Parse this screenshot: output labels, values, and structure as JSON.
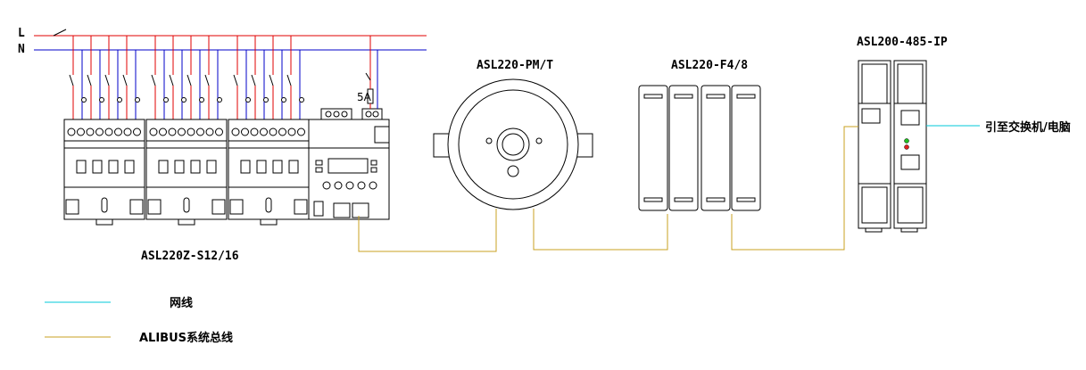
{
  "lines": {
    "live": "L",
    "neutral": "N",
    "fuse": "5A"
  },
  "devices": {
    "switch_actuator": "ASL220Z-S12/16",
    "sensor": "ASL220-PM/T",
    "panel": "ASL220-F4/8",
    "gateway": "ASL200-485-IP"
  },
  "connection_note": "引至交换机/电脑",
  "legend": {
    "network": {
      "label": "网线",
      "color": "#00c8d8"
    },
    "bus": {
      "label": "ALIBUS系统总线",
      "color": "#c8a020"
    }
  },
  "colors": {
    "live_wire": "#e00000",
    "neutral_wire": "#0000c8"
  }
}
